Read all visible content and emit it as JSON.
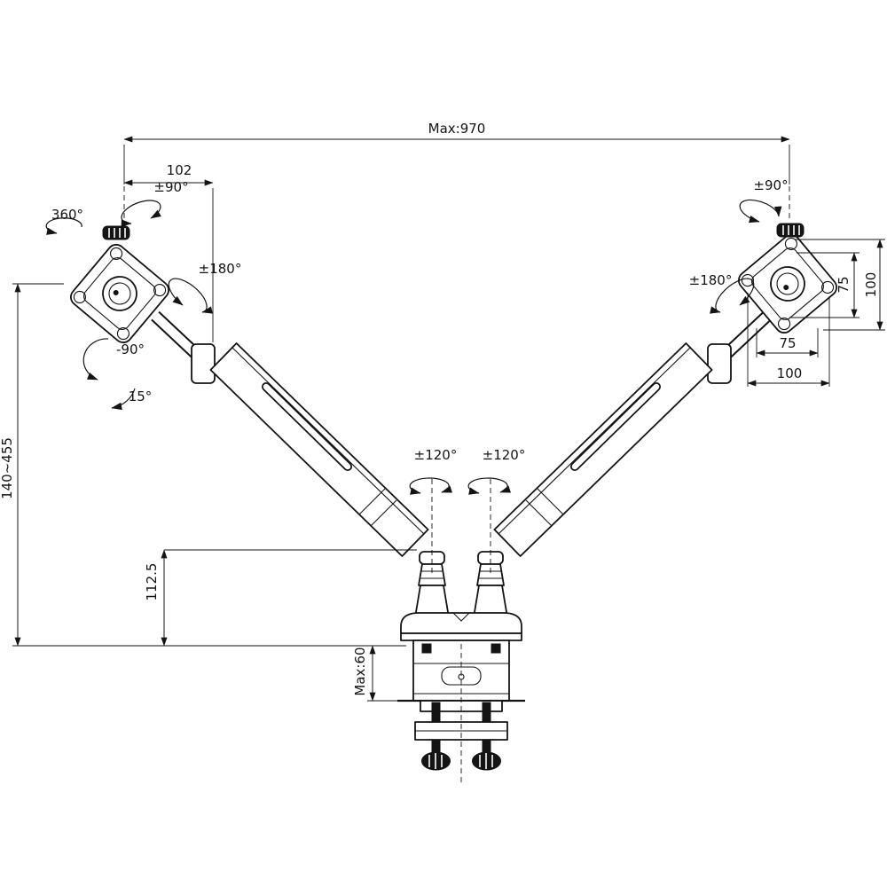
{
  "diagram": {
    "labels": {
      "max_width": "Max:970",
      "arm_offset": "102",
      "rotation_360": "360°",
      "left_tilt": "±90°",
      "left_swivel": "±180°",
      "tilt_down": "-90°",
      "tilt_up": "15°",
      "height_range": "140~455",
      "base_height": "112.5",
      "clamp_max": "Max:60",
      "arm_rotate_left": "±120°",
      "arm_rotate_right": "±120°",
      "right_tilt": "±90°",
      "right_swivel": "±180°",
      "vesa_vertical_75": "75",
      "vesa_vertical_100": "100",
      "vesa_horizontal_75": "75",
      "vesa_horizontal_100": "100"
    }
  }
}
